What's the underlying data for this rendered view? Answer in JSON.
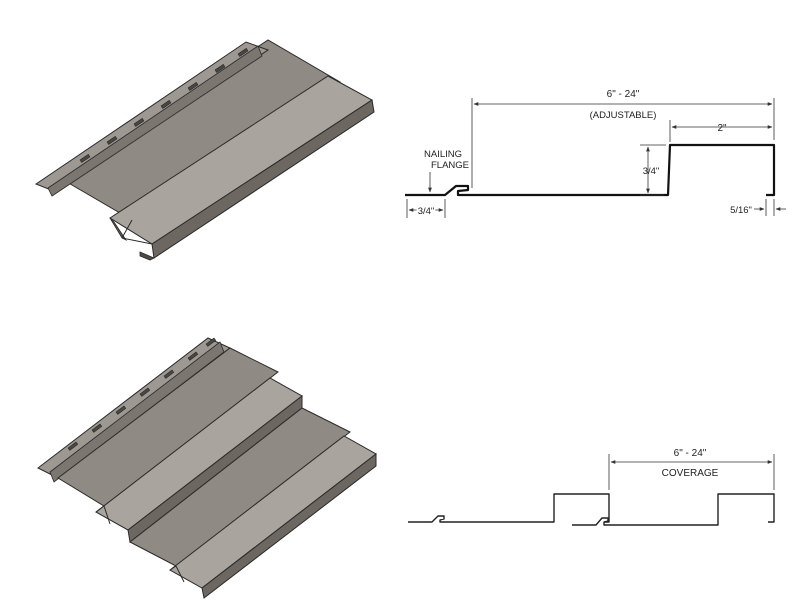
{
  "colors": {
    "panel_face": "#8f8a84",
    "panel_light": "#a9a49e",
    "panel_dark": "#6c6761",
    "edge": "#2a2a2a",
    "profile_line": "#111111",
    "dim_line": "#333333"
  },
  "top_profile": {
    "overall_dim": "6\" - 24\"",
    "overall_dim_note": "(ADJUSTABLE)",
    "rib_width_dim": "2\"",
    "rib_height_dim": "3/4\"",
    "nailing_flange_line1": "NAILING",
    "nailing_flange_line2": "FLANGE",
    "flange_width_dim": "3/4\"",
    "return_dim": "5/16\""
  },
  "bottom_profile": {
    "coverage_dim": "6\" - 24\"",
    "coverage_label": "COVERAGE"
  }
}
